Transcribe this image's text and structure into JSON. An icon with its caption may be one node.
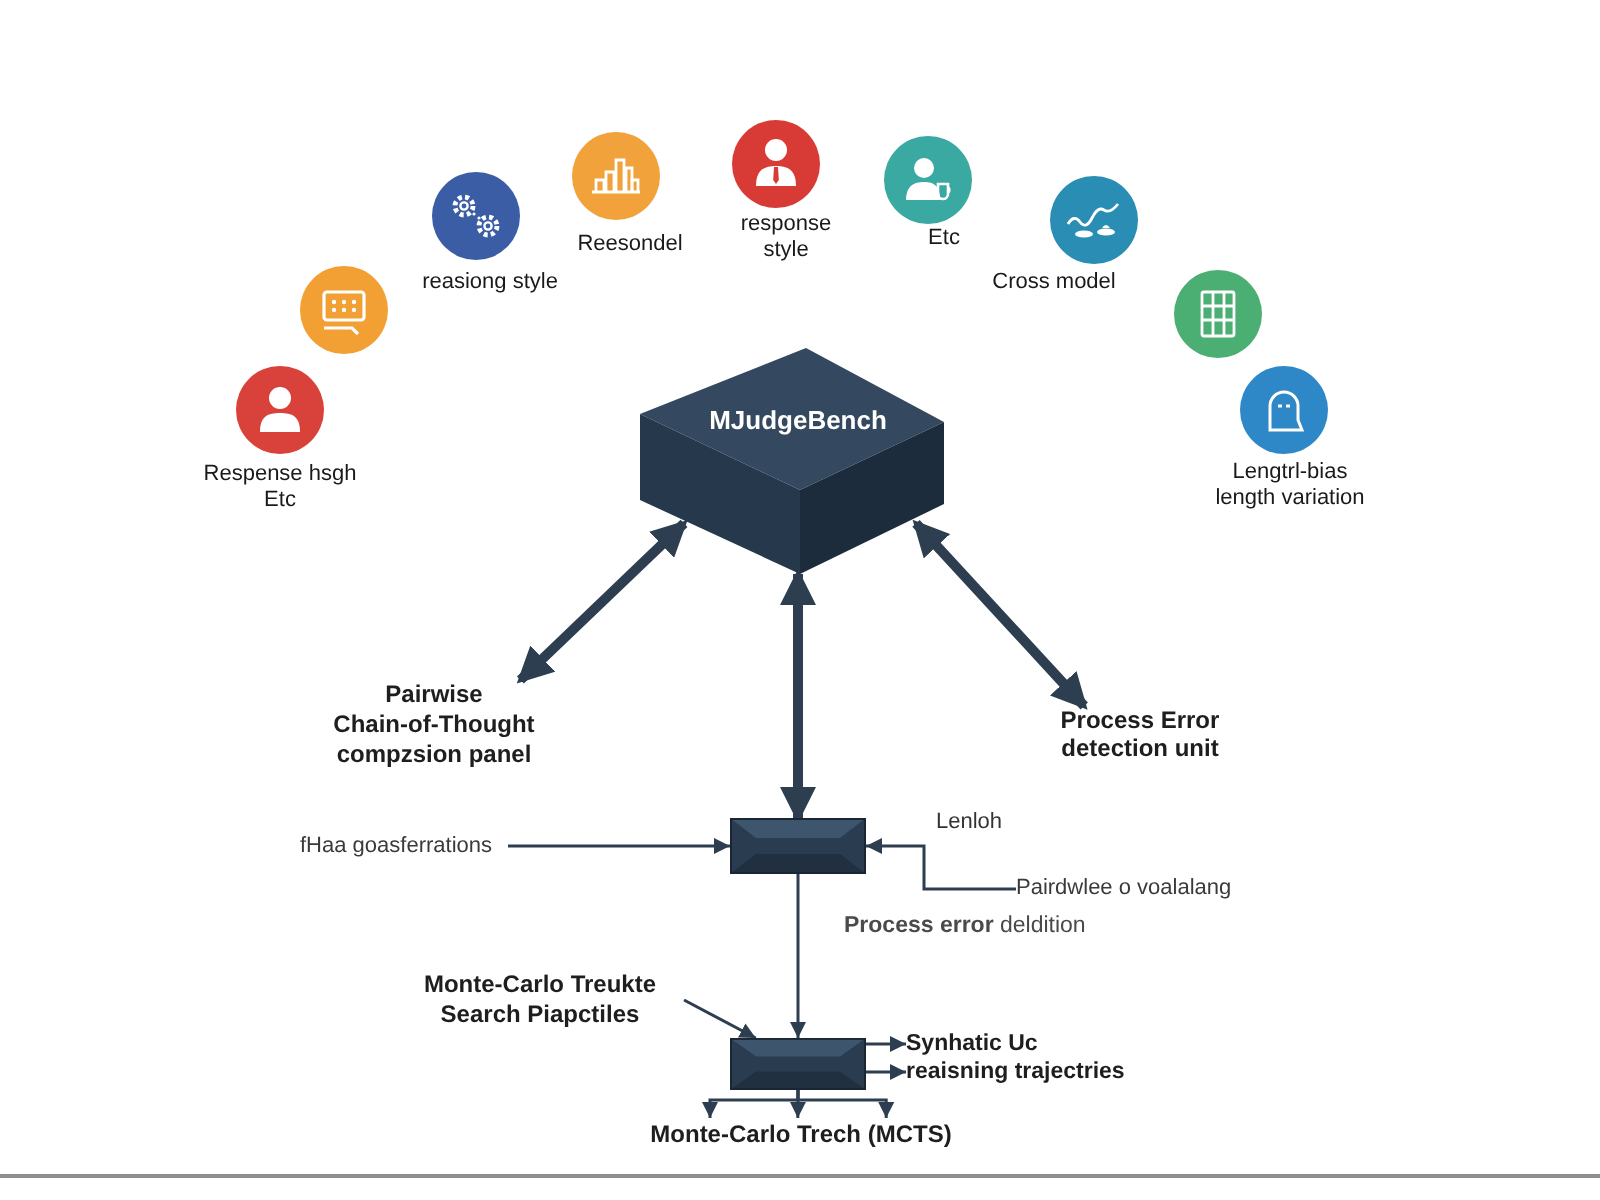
{
  "diagram": {
    "nodes": [
      {
        "text": [
          "Respense hsgh Etc"
        ]
      },
      {
        "text": [],
        "shape": "circle"
      },
      {
        "text": [
          "reasiong style"
        ]
      },
      {
        "text": [
          "Reesondel"
        ]
      },
      {
        "text": [
          "response style"
        ]
      },
      {
        "text": [
          "Etc"
        ]
      },
      {
        "text": [
          "Cross model"
        ]
      },
      {
        "text": [],
        "shape": "circle"
      },
      {
        "text": [
          "Lengtrl-bias length variation"
        ]
      },
      {
        "text": [
          "MJudgeBench"
        ]
      },
      {
        "text": [
          "Pairwise Chain-of-Thought compzsion panel"
        ]
      },
      {
        "text": [
          "Process Error detection unit"
        ]
      },
      {
        "text": [],
        "shape": "box"
      },
      {
        "text": [
          "fHaa goasferrations"
        ]
      },
      {
        "text": [
          "Pairdwlee o voalalang"
        ]
      },
      {
        "text": [],
        "shape": "box"
      },
      {
        "text": [
          "Monte-Carlo Treukte Search Piapctiles"
        ]
      },
      {
        "text": [
          "Synhatic Uc"
        ]
      },
      {
        "text": [
          "reaisning trajectries"
        ]
      },
      {
        "text": [
          "Monte-Carlo Trech (MCTS)"
        ]
      }
    ],
    "edges": [
      {
        "from": 9,
        "to": 10,
        "arrow": "both",
        "style": "thick"
      },
      {
        "from": 9,
        "to": 11,
        "arrow": "both",
        "style": "thick"
      },
      {
        "from": 9,
        "to": 12,
        "arrow": "both",
        "style": "thick"
      },
      {
        "from": 13,
        "to": 12,
        "arrow": "to"
      },
      {
        "from": 14,
        "to": 12,
        "arrow": "to"
      },
      {
        "from": 12,
        "to": 15,
        "arrow": "to"
      },
      {
        "from": 16,
        "to": 15,
        "arrow": "to"
      },
      {
        "from": 15,
        "to": 17,
        "arrow": "to"
      },
      {
        "from": 15,
        "to": 18,
        "arrow": "to"
      },
      {
        "from": 15,
        "to": 19,
        "arrow": "to"
      },
      {
        "from": 15,
        "to": 19,
        "arrow": "to"
      },
      {
        "from": 15,
        "to": 19,
        "arrow": "to"
      }
    ],
    "labels": [
      "Lenloh",
      "**Process error** deldition"
    ]
  }
}
